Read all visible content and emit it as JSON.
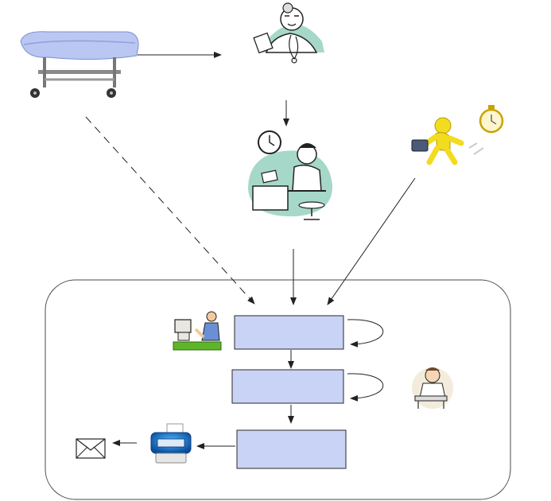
{
  "diagram": {
    "kind": "workflow",
    "text_labels": []
  },
  "icons": [
    {
      "name": "hospital-stretcher-icon"
    },
    {
      "name": "doctor-clipboard-icon"
    },
    {
      "name": "busy-office-worker-clock-icon"
    },
    {
      "name": "running-person-briefcase-stopwatch-icon"
    },
    {
      "name": "person-at-computer-icon"
    },
    {
      "name": "doctor-at-desk-icon"
    },
    {
      "name": "printer-icon"
    },
    {
      "name": "envelope-icon"
    }
  ],
  "process_boxes": [
    {
      "step": 1,
      "label": "",
      "self_loop": true
    },
    {
      "step": 2,
      "label": "",
      "self_loop": true
    },
    {
      "step": 3,
      "label": "",
      "self_loop": false
    }
  ],
  "colors": {
    "box_fill": "#c9d3f5",
    "box_stroke": "#2a2a2a",
    "container_stroke": "#4a4a4a",
    "arrow": "#222222",
    "teal_scene": "#a6d8c9",
    "yellow_figure": "#f2dc1f",
    "green_desk": "#5fb52a"
  }
}
